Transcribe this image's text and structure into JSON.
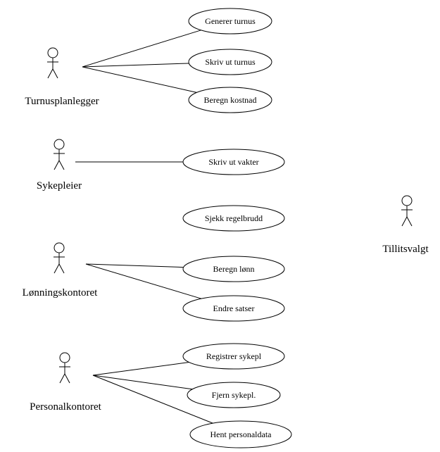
{
  "diagram": {
    "actors": [
      {
        "id": "turnusplanlegger",
        "label": "Turnusplanlegger"
      },
      {
        "id": "sykepleier",
        "label": "Sykepleier"
      },
      {
        "id": "tillitsvalgt",
        "label": "Tillitsvalgt"
      },
      {
        "id": "lonningskontoret",
        "label": "Lønningskontoret"
      },
      {
        "id": "personalkontoret",
        "label": "Personalkontoret"
      }
    ],
    "use_cases": [
      {
        "id": "generer-turnus",
        "label": "Generer turnus"
      },
      {
        "id": "skriv-ut-turnus",
        "label": "Skriv ut turnus"
      },
      {
        "id": "beregn-kostnad",
        "label": "Beregn kostnad"
      },
      {
        "id": "skriv-ut-vakter",
        "label": "Skriv ut vakter"
      },
      {
        "id": "sjekk-regelbrudd",
        "label": "Sjekk regelbrudd"
      },
      {
        "id": "beregn-lonn",
        "label": "Beregn lønn"
      },
      {
        "id": "endre-satser",
        "label": "Endre satser"
      },
      {
        "id": "registrer-sykepl",
        "label": "Registrer sykepl"
      },
      {
        "id": "fjern-sykepl",
        "label": "Fjern sykepl."
      },
      {
        "id": "hent-personaldata",
        "label": "Hent personaldata"
      }
    ],
    "associations": [
      [
        "turnusplanlegger",
        "generer-turnus"
      ],
      [
        "turnusplanlegger",
        "skriv-ut-turnus"
      ],
      [
        "turnusplanlegger",
        "beregn-kostnad"
      ],
      [
        "sykepleier",
        "skriv-ut-vakter"
      ],
      [
        "tillitsvalgt",
        "sjekk-regelbrudd"
      ],
      [
        "lonningskontoret",
        "beregn-lonn"
      ],
      [
        "lonningskontoret",
        "endre-satser"
      ],
      [
        "personalkontoret",
        "registrer-sykepl"
      ],
      [
        "personalkontoret",
        "fjern-sykepl"
      ],
      [
        "personalkontoret",
        "hent-personaldata"
      ]
    ]
  }
}
